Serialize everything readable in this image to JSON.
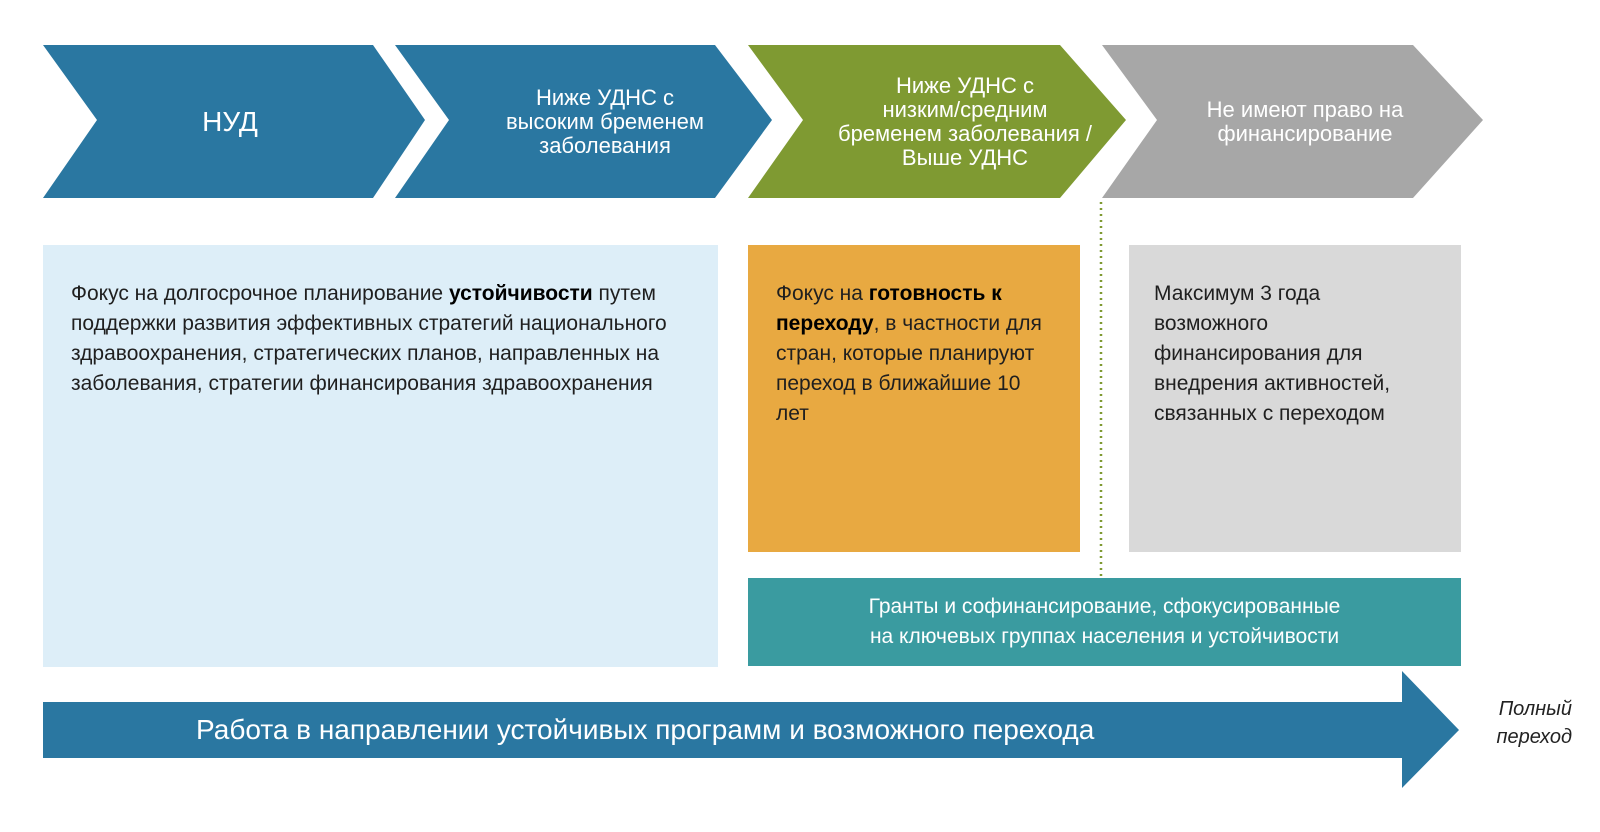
{
  "colors": {
    "blue": "#2a77a1",
    "green": "#7f9a32",
    "gray_chevron": "#a7a7a7",
    "light_blue_box": "#ddeef8",
    "orange_box": "#e8a941",
    "gray_box": "#d9d9d9",
    "teal_banner": "#3a9ba0",
    "dotted_line": "#7f9a32"
  },
  "chevrons": [
    {
      "lines": [
        "НУД"
      ],
      "color": "#2a77a1"
    },
    {
      "lines": [
        "Ниже УДНС с",
        "высоким бременем",
        "заболевания"
      ],
      "color": "#2a77a1"
    },
    {
      "lines": [
        "Ниже УДНС с",
        "низким/средним",
        "бременем заболевания /",
        "Выше УДНС"
      ],
      "color": "#7f9a32"
    },
    {
      "lines": [
        "Не имеют право на",
        "финансирование"
      ],
      "color": "#a7a7a7"
    }
  ],
  "boxes": {
    "sustainability": {
      "before": "Фокус на долгосрочное планирование ",
      "bold": "устойчивости",
      "after": " путем поддержки развития эффективных стратегий национального здравоохранения, стратегических планов, направленных на заболевания, стратегии финансирования здравоохранения"
    },
    "readiness": {
      "before": "Фокус на ",
      "bold": "готовность к переходу",
      "after": ", в частности для стран, которые планируют переход в ближайшие 10 лет"
    },
    "max_funding": {
      "text": "Максимум 3 года возможного финансирования для внедрения активностей, связанных с переходом"
    }
  },
  "banner": {
    "line1": "Гранты и софинансирование, сфокусированные",
    "line2": "на ключевых группах населения и устойчивости"
  },
  "bottom_arrow": {
    "label": "Работа в направлении устойчивых программ и возможного перехода"
  },
  "end_label": {
    "line1": "Полный",
    "line2": "переход"
  }
}
